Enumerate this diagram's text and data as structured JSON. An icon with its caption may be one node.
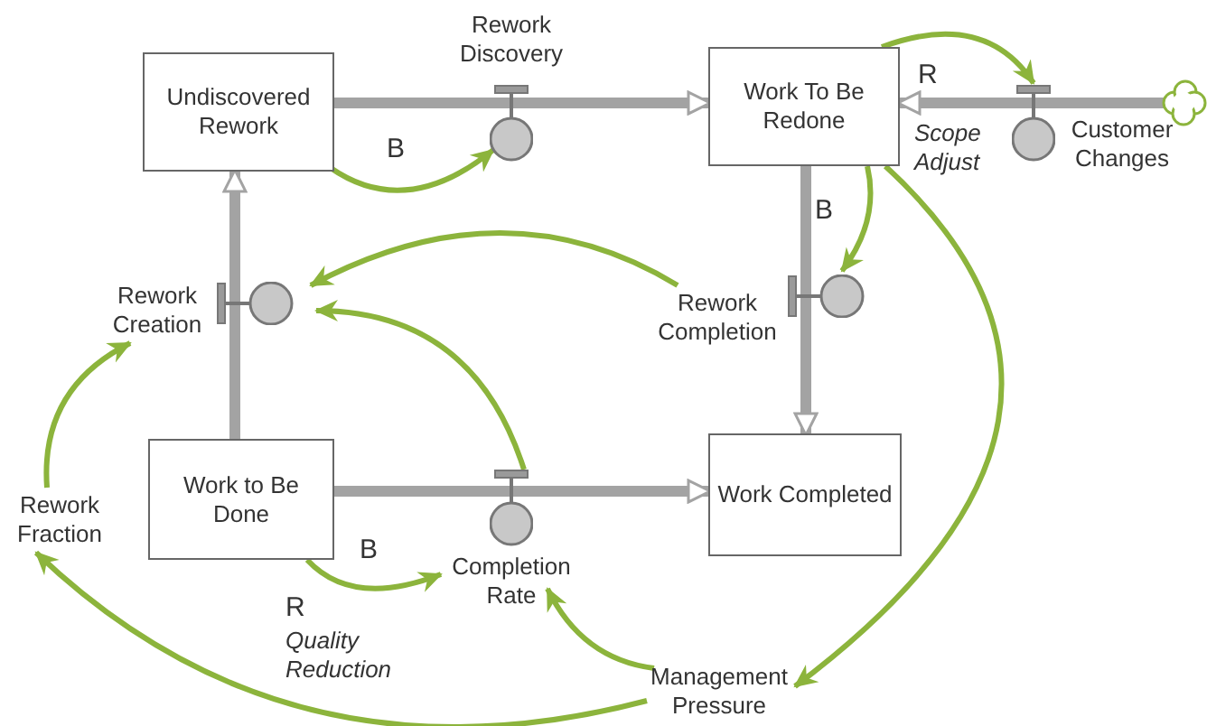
{
  "diagram": {
    "nodes": [
      {
        "text": [
          "Undiscovered Rework"
        ]
      },
      {
        "text": [
          "Work To Be Redone"
        ]
      },
      {
        "text": [
          "Work to Be Done"
        ]
      },
      {
        "text": [
          "Work Completed"
        ]
      },
      {
        "text": [
          "Rework Discovery"
        ]
      },
      {
        "text": [
          "Customer Changes"
        ]
      },
      {
        "text": [
          "Rework Completion"
        ]
      },
      {
        "text": [
          "Rework Creation"
        ]
      },
      {
        "text": [
          "Completion Rate"
        ]
      },
      {
        "text": [],
        "shape": "cloud"
      },
      {
        "text": [
          "Rework Fraction"
        ]
      },
      {
        "text": [
          "Management Pressure"
        ]
      }
    ],
    "edges": [
      {
        "from": 0,
        "to": 1,
        "arrow": "to",
        "style": "thick",
        "color": "#a3a3a3"
      },
      {
        "from": 9,
        "to": 1,
        "arrow": "to",
        "style": "thick",
        "color": "#a3a3a3"
      },
      {
        "from": 1,
        "to": 3,
        "arrow": "to",
        "style": "thick",
        "color": "#a3a3a3"
      },
      {
        "from": 2,
        "to": 0,
        "arrow": "to",
        "style": "thick",
        "color": "#a3a3a3"
      },
      {
        "from": 2,
        "to": 3,
        "arrow": "to",
        "style": "thick",
        "color": "#a3a3a3"
      },
      {
        "from": 0,
        "to": 4,
        "arrow": "to"
      },
      {
        "from": 1,
        "to": 5,
        "arrow": "to"
      },
      {
        "from": 1,
        "to": 6,
        "arrow": "to"
      },
      {
        "from": 1,
        "to": 11,
        "arrow": "to"
      },
      {
        "from": 6,
        "to": 7,
        "arrow": "to"
      },
      {
        "from": 8,
        "to": 7,
        "arrow": "to"
      },
      {
        "from": 10,
        "to": 7,
        "arrow": "to"
      },
      {
        "from": 2,
        "to": 8,
        "arrow": "to"
      },
      {
        "from": 11,
        "to": 8,
        "arrow": "to"
      },
      {
        "from": 11,
        "to": 10,
        "arrow": "to"
      }
    ],
    "labels": [
      "B",
      "R",
      "Scope Adjust",
      "B",
      "B",
      "R",
      "Quality Reduction"
    ]
  }
}
